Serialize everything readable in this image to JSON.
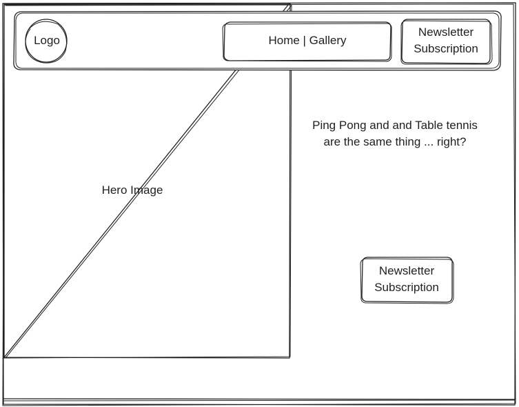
{
  "header": {
    "logo_label": "Logo",
    "nav_label": "Home | Gallery",
    "subscribe_label": "Newsletter Subscription"
  },
  "hero": {
    "label": "Hero Image"
  },
  "content": {
    "tagline": "Ping Pong and and Table tennis are the same thing ... right?",
    "subscribe_label": "Newsletter Subscription"
  },
  "colors": {
    "stroke": "#222222",
    "background": "#ffffff"
  }
}
